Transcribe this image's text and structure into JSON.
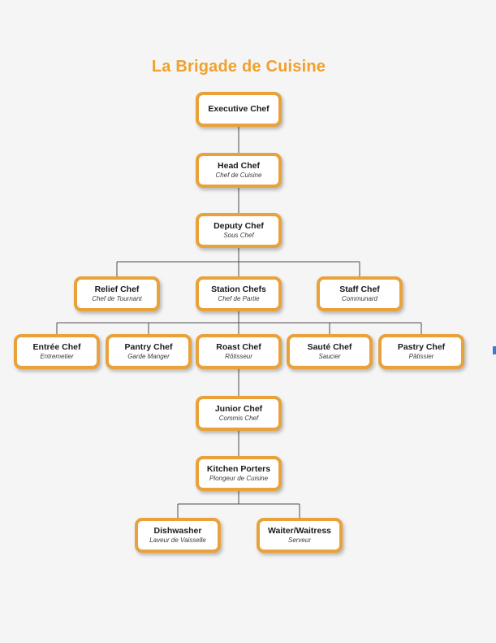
{
  "page": {
    "title": "La Brigade de Cuisine",
    "background_color": "#f5f5f6",
    "title_color": "#efa12d"
  },
  "colors": {
    "node_border": "#e9a23b",
    "node_background": "#ffffff",
    "node_title_text": "#1a1a1a",
    "node_subtitle_text": "#3a3a3a",
    "connector_line": "#4d4d4d",
    "edge_mark_blue": "#3b78d8"
  },
  "nodes": [
    {
      "id": "executive-chef",
      "title": "Executive Chef",
      "subtitle": ""
    },
    {
      "id": "head-chef",
      "title": "Head Chef",
      "subtitle": "Chef de Cuisine"
    },
    {
      "id": "deputy-chef",
      "title": "Deputy Chef",
      "subtitle": "Sous Chef"
    },
    {
      "id": "relief-chef",
      "title": "Relief Chef",
      "subtitle": "Chef de Tournant"
    },
    {
      "id": "station-chefs",
      "title": "Station Chefs",
      "subtitle": "Chef de Partie"
    },
    {
      "id": "staff-chef",
      "title": "Staff Chef",
      "subtitle": "Communard"
    },
    {
      "id": "entree-chef",
      "title": "Entrée Chef",
      "subtitle": "Entremetier"
    },
    {
      "id": "pantry-chef",
      "title": "Pantry Chef",
      "subtitle": "Garde Manger"
    },
    {
      "id": "roast-chef",
      "title": "Roast Chef",
      "subtitle": "Rôtisseur"
    },
    {
      "id": "saute-chef",
      "title": "Sauté Chef",
      "subtitle": "Saucier"
    },
    {
      "id": "pastry-chef",
      "title": "Pastry Chef",
      "subtitle": "Pâtissier"
    },
    {
      "id": "junior-chef",
      "title": "Junior Chef",
      "subtitle": "Commis Chef"
    },
    {
      "id": "kitchen-porters",
      "title": "Kitchen Porters",
      "subtitle": "Plongeur de Cuisine"
    },
    {
      "id": "dishwasher",
      "title": "Dishwasher",
      "subtitle": "Laveur de Vaisselle"
    },
    {
      "id": "waiter-waitress",
      "title": "Waiter/Waitress",
      "subtitle": "Serveur"
    }
  ],
  "hierarchy_edges": [
    [
      "executive-chef",
      "head-chef"
    ],
    [
      "head-chef",
      "deputy-chef"
    ],
    [
      "deputy-chef",
      "relief-chef"
    ],
    [
      "deputy-chef",
      "station-chefs"
    ],
    [
      "deputy-chef",
      "staff-chef"
    ],
    [
      "station-chefs",
      "entree-chef"
    ],
    [
      "station-chefs",
      "pantry-chef"
    ],
    [
      "station-chefs",
      "roast-chef"
    ],
    [
      "station-chefs",
      "saute-chef"
    ],
    [
      "station-chefs",
      "pastry-chef"
    ],
    [
      "roast-chef",
      "junior-chef"
    ],
    [
      "junior-chef",
      "kitchen-porters"
    ],
    [
      "kitchen-porters",
      "dishwasher"
    ],
    [
      "kitchen-porters",
      "waiter-waitress"
    ]
  ]
}
